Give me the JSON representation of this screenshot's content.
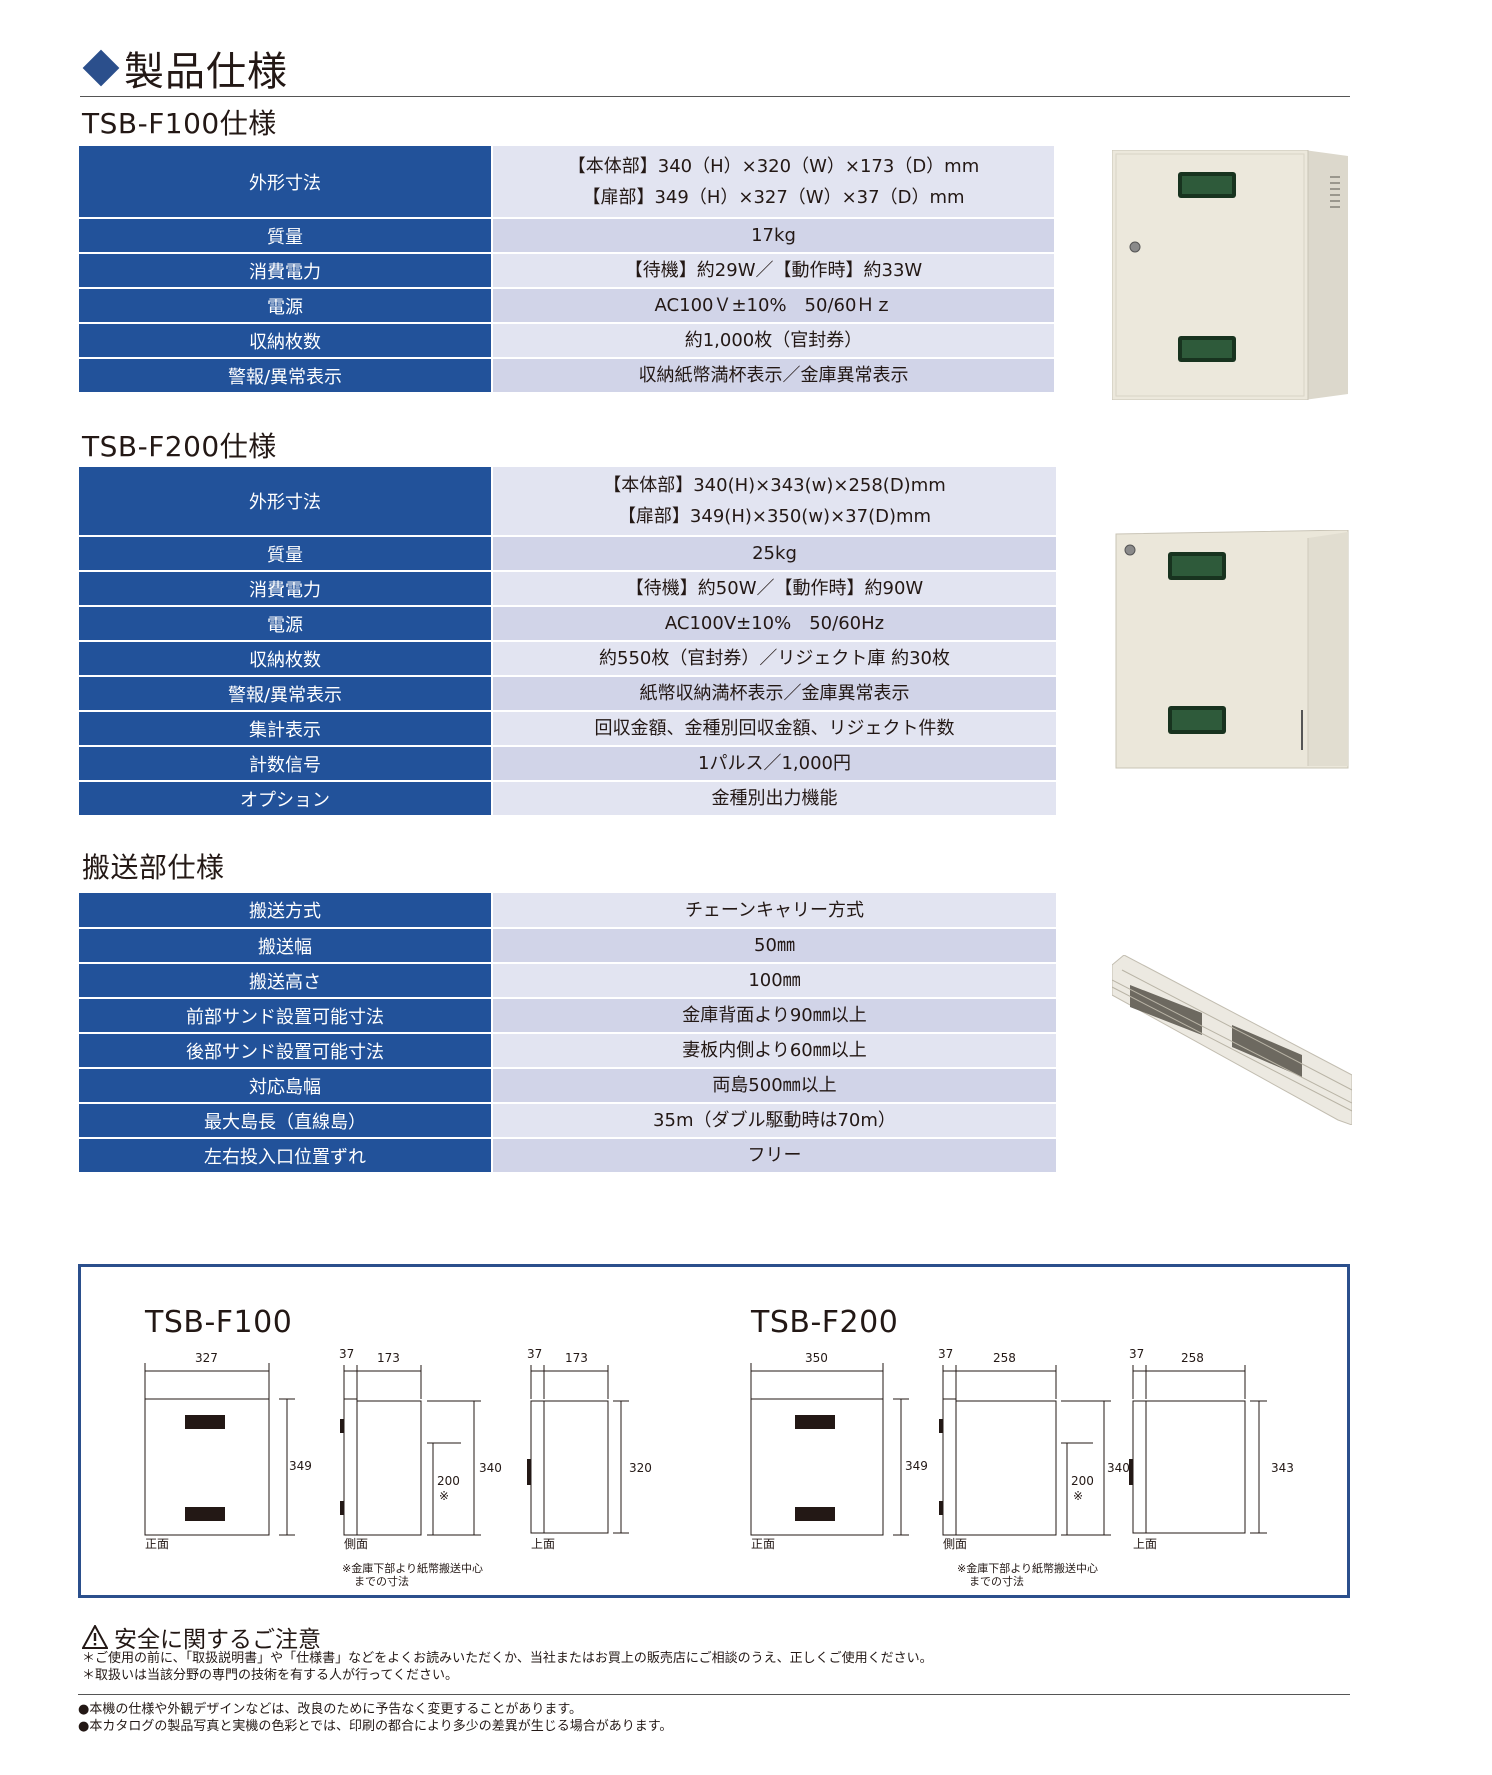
{
  "page_title": "製品仕様",
  "f100": {
    "title": "TSB-F100仕様",
    "rows": [
      {
        "label": "外形寸法",
        "values": [
          "【本体部】340（H）×320（W）×173（D）mm",
          "【扉部】349（H）×327（W）×37（D）mm"
        ]
      },
      {
        "label": "質量",
        "values": [
          "17kg"
        ]
      },
      {
        "label": "消費電力",
        "values": [
          "【待機】約29W／【動作時】約33W"
        ]
      },
      {
        "label": "電源",
        "values": [
          "AC100Ｖ±10%　50/60Ｈｚ"
        ]
      },
      {
        "label": "収納枚数",
        "values": [
          "約1,000枚（官封券）"
        ]
      },
      {
        "label": "警報/異常表示",
        "values": [
          "収納紙幣満杯表示／金庫異常表示"
        ]
      }
    ]
  },
  "f200": {
    "title": "TSB-F200仕様",
    "rows": [
      {
        "label": "外形寸法",
        "values": [
          "【本体部】340(H)×343(w)×258(D)mm",
          "【扉部】349(H)×350(w)×37(D)mm"
        ]
      },
      {
        "label": "質量",
        "values": [
          "25kg"
        ]
      },
      {
        "label": "消費電力",
        "values": [
          "【待機】約50W／【動作時】約90W"
        ]
      },
      {
        "label": "電源",
        "values": [
          "AC100V±10%　50/60Hz"
        ]
      },
      {
        "label": "収納枚数",
        "values": [
          "約550枚（官封券）／リジェクト庫 約30枚"
        ]
      },
      {
        "label": "警報/異常表示",
        "values": [
          "紙幣収納満杯表示／金庫異常表示"
        ]
      },
      {
        "label": "集計表示",
        "values": [
          "回収金額、金種別回収金額、リジェクト件数"
        ]
      },
      {
        "label": "計数信号",
        "values": [
          "1パルス／1,000円"
        ]
      },
      {
        "label": "オプション",
        "values": [
          "金種別出力機能"
        ]
      }
    ]
  },
  "transport": {
    "title": "搬送部仕様",
    "rows": [
      {
        "label": "搬送方式",
        "values": [
          "チェーンキャリー方式"
        ]
      },
      {
        "label": "搬送幅",
        "values": [
          "50㎜"
        ]
      },
      {
        "label": "搬送高さ",
        "values": [
          "100㎜"
        ]
      },
      {
        "label": "前部サンド設置可能寸法",
        "values": [
          "金庫背面より90㎜以上"
        ]
      },
      {
        "label": "後部サンド設置可能寸法",
        "values": [
          "妻板内側より60㎜以上"
        ]
      },
      {
        "label": "対応島幅",
        "values": [
          "両島500㎜以上"
        ]
      },
      {
        "label": "最大島長（直線島）",
        "values": [
          "35m（ダブル駆動時は70m）"
        ]
      },
      {
        "label": "左右投入口位置ずれ",
        "values": [
          "フリー"
        ]
      }
    ]
  },
  "dimensions": {
    "f100": {
      "model": "TSB-F100",
      "front_width": "327",
      "front_height": "349",
      "side_door": "37",
      "side_depth": "173",
      "side_height": "340",
      "side_inner": "200",
      "side_mark": "※",
      "top_door": "37",
      "top_depth": "173",
      "top_width": "320",
      "label_front": "正面",
      "label_side": "側面",
      "label_top": "上面",
      "note_line1": "※金庫下部より紙幣搬送中心",
      "note_line2": "までの寸法"
    },
    "f200": {
      "model": "TSB-F200",
      "front_width": "350",
      "front_height": "349",
      "side_door": "37",
      "side_depth": "258",
      "side_height": "340",
      "side_inner": "200",
      "side_mark": "※",
      "top_door": "37",
      "top_depth": "258",
      "top_width": "343",
      "label_front": "正面",
      "label_side": "側面",
      "label_top": "上面",
      "note_line1": "※金庫下部より紙幣搬送中心",
      "note_line2": "までの寸法"
    }
  },
  "safety": {
    "title": "安全に関するご注意",
    "line1": "＊ご使用の前に、「取扱説明書」や「仕様書」などをよくお読みいただくか、当社またはお買上の販売店にご相談のうえ、正しくご使用ください。",
    "line2": "＊取扱いは当該分野の専門の技術を有する人が行ってください。"
  },
  "footer": {
    "line1": "●本機の仕様や外観デザインなどは、改良のために予告なく変更することがあります。",
    "line2": "●本カタログの製品写真と実機の色彩とでは、印刷の都合により多少の差異が生じる場合があります。"
  },
  "colors": {
    "accent": "#22529a",
    "row_light": "#e2e4f1",
    "row_dark": "#d1d4e8",
    "cabinet": "#ece8dc"
  }
}
